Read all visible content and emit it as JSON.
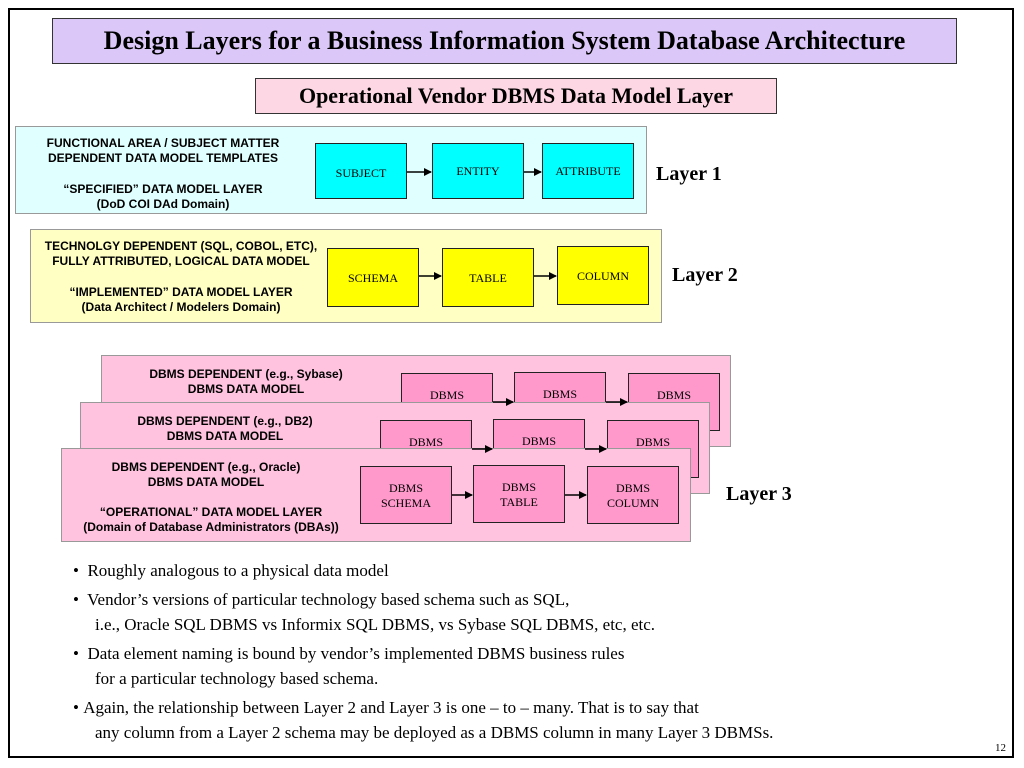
{
  "title": "Design Layers for a Business Information System Database Architecture",
  "subtitle": "Operational Vendor DBMS Data Model Layer",
  "layer1": {
    "desc": [
      "FUNCTIONAL AREA / SUBJECT MATTER",
      "DEPENDENT DATA MODEL TEMPLATES",
      "“SPECIFIED”  DATA MODEL LAYER",
      "(DoD COI DAd Domain)"
    ],
    "boxes": [
      "SUBJECT",
      "ENTITY",
      "ATTRIBUTE"
    ],
    "label": "Layer 1",
    "color": "#00ffff"
  },
  "layer2": {
    "desc": [
      "TECHNOLGY DEPENDENT (SQL, COBOL, ETC),",
      "FULLY ATTRIBUTED, LOGICAL DATA MODEL",
      "“IMPLEMENTED” DATA MODEL LAYER",
      "(Data Architect / Modelers Domain)"
    ],
    "boxes": [
      "SCHEMA",
      "TABLE",
      "COLUMN"
    ],
    "label": "Layer 2",
    "color": "#ffff00"
  },
  "layer3": {
    "sybase": [
      "DBMS DEPENDENT (e.g., Sybase)",
      "DBMS DATA MODEL"
    ],
    "db2": [
      "DBMS DEPENDENT (e.g., DB2)",
      "DBMS DATA MODEL"
    ],
    "oracle": [
      "DBMS DEPENDENT (e.g., Oracle)",
      "DBMS DATA MODEL"
    ],
    "footer": [
      "“OPERATIONAL”  DATA MODEL LAYER",
      "(Domain of Database Administrators (DBAs))"
    ],
    "box_prefix": "DBMS",
    "boxes": [
      "SCHEMA",
      "TABLE",
      "COLUMN"
    ],
    "label": "Layer 3",
    "color": "#ff99cc"
  },
  "bullets": [
    {
      "marker": "•",
      "lines": [
        "Roughly analogous to a physical data model"
      ]
    },
    {
      "marker": "•",
      "lines": [
        "Vendor’s versions of particular technology based schema such as SQL,",
        "i.e., Oracle SQL DBMS vs Informix SQL DBMS, vs Sybase SQL DBMS, etc, etc."
      ]
    },
    {
      "marker": "•",
      "lines": [
        "Data element naming is bound by vendor’s implemented DBMS business rules",
        "for a particular technology based schema."
      ]
    },
    {
      "marker": "•",
      "lines": [
        "Again, the relationship between Layer 2 and Layer 3 is one – to – many.  That is to say that",
        "any column from a Layer 2 schema may be deployed as a DBMS column in many Layer 3 DBMSs."
      ]
    }
  ],
  "page_number": "12"
}
